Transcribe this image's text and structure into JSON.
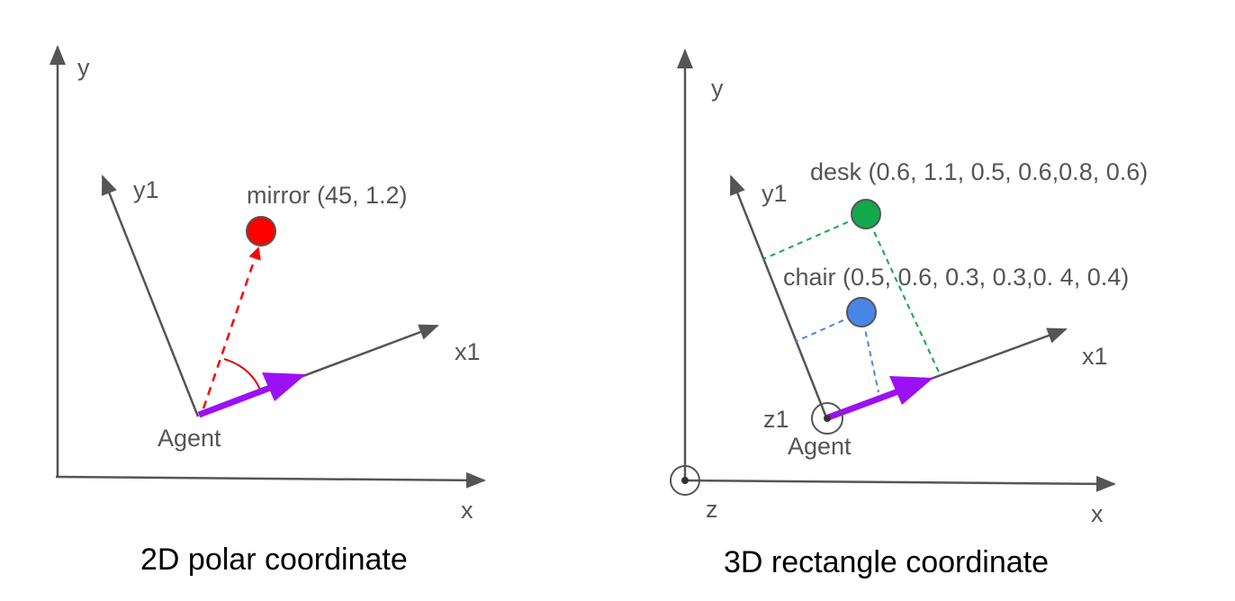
{
  "left": {
    "axis_y": "y",
    "axis_x": "x",
    "axis_y1": "y1",
    "axis_x1": "x1",
    "object_label": "mirror (45, 1.2)",
    "agent_label": "Agent",
    "caption": "2D polar coordinate"
  },
  "right": {
    "axis_y": "y",
    "axis_x": "x",
    "axis_z": "z",
    "axis_y1": "y1",
    "axis_x1": "x1",
    "axis_z1": "z1",
    "desk_label": "desk (0.6, 1.1, 0.5, 0.6,0.8, 0.6)",
    "chair_label": "chair (0.5, 0.6, 0.3, 0.3,0. 4, 0.4)",
    "agent_label": "Agent",
    "caption": "3D rectangle coordinate"
  },
  "colors": {
    "axis": "#555555",
    "agent_arrow": "#9b10f5",
    "mirror": "#ff0000",
    "desk": "#12a84c",
    "chair": "#4a86e8",
    "angle_arc": "#e00000"
  }
}
